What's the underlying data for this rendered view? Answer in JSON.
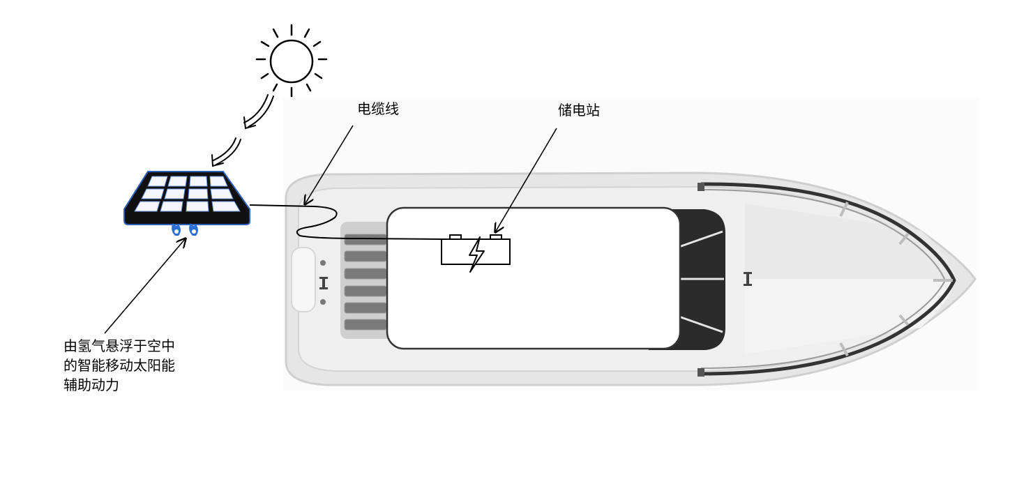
{
  "labels": {
    "cable": "电缆线",
    "storage_station": "储电站",
    "panel_lines": [
      "由氢气悬浮于空中",
      "的智能移动太阳能",
      "辅助动力"
    ]
  },
  "icons": [
    "sun-icon",
    "solar-panel-icon",
    "hydrogen-flame-icon",
    "battery-icon",
    "lightning-bolt-icon",
    "boat-illustration"
  ],
  "colors": {
    "ink": "#000000",
    "panel_frame": "#111111",
    "panel_cell": "#f4f6fb",
    "panel_glow": "#2f5fb8",
    "flame": "#2d6fd6",
    "hull_outer": "#d9d9d9",
    "hull_inner": "#eeeeee",
    "cabin_top": "#ffffff",
    "windshield": "#2b2b2b"
  }
}
